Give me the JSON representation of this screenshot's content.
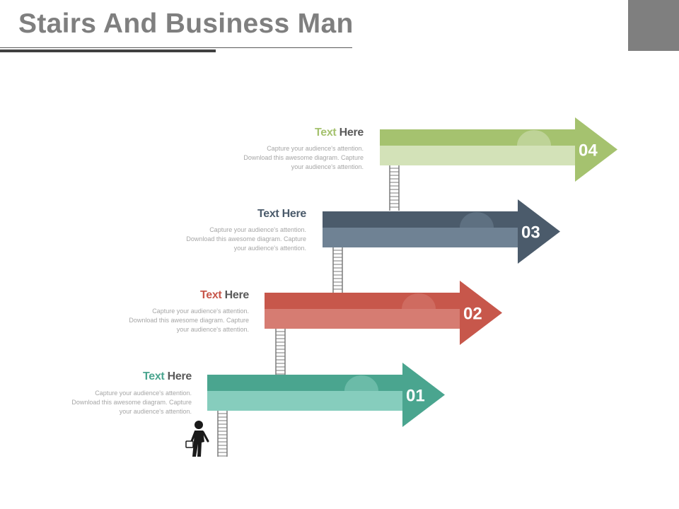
{
  "title": "Stairs And Business Man",
  "colors": {
    "green": "#a5c26f",
    "green_light": "#d3e2b8",
    "slate": "#4b5b6b",
    "slate_light": "#6f8294",
    "red": "#c7574b",
    "red_light": "#d67c72",
    "teal": "#4aa58f",
    "teal_light": "#86cdbd",
    "head_dark": "#5a5a5a"
  },
  "steps": [
    {
      "number": "01",
      "title_a": "Text",
      "title_b": "Here",
      "desc": [
        "Capture your audience's attention.",
        "Download this awesome diagram. Capture",
        "your audience's attention."
      ]
    },
    {
      "number": "02",
      "title_a": "Text",
      "title_b": "Here",
      "desc": [
        "Capture your audience's attention.",
        "Download this awesome diagram. Capture",
        "your audience's attention."
      ]
    },
    {
      "number": "03",
      "title_a": "Text",
      "title_b": "Here",
      "desc": [
        "Capture your audience's attention.",
        "Download this awesome diagram. Capture",
        "your audience's attention."
      ]
    },
    {
      "number": "04",
      "title_a": "Text",
      "title_b": "Here",
      "desc": [
        "Capture your audience's attention.",
        "Download this awesome diagram. Capture",
        "your audience's attention."
      ]
    }
  ],
  "icons": {
    "person": "businessman-with-briefcase-icon",
    "ladder": "ladder-icon"
  }
}
